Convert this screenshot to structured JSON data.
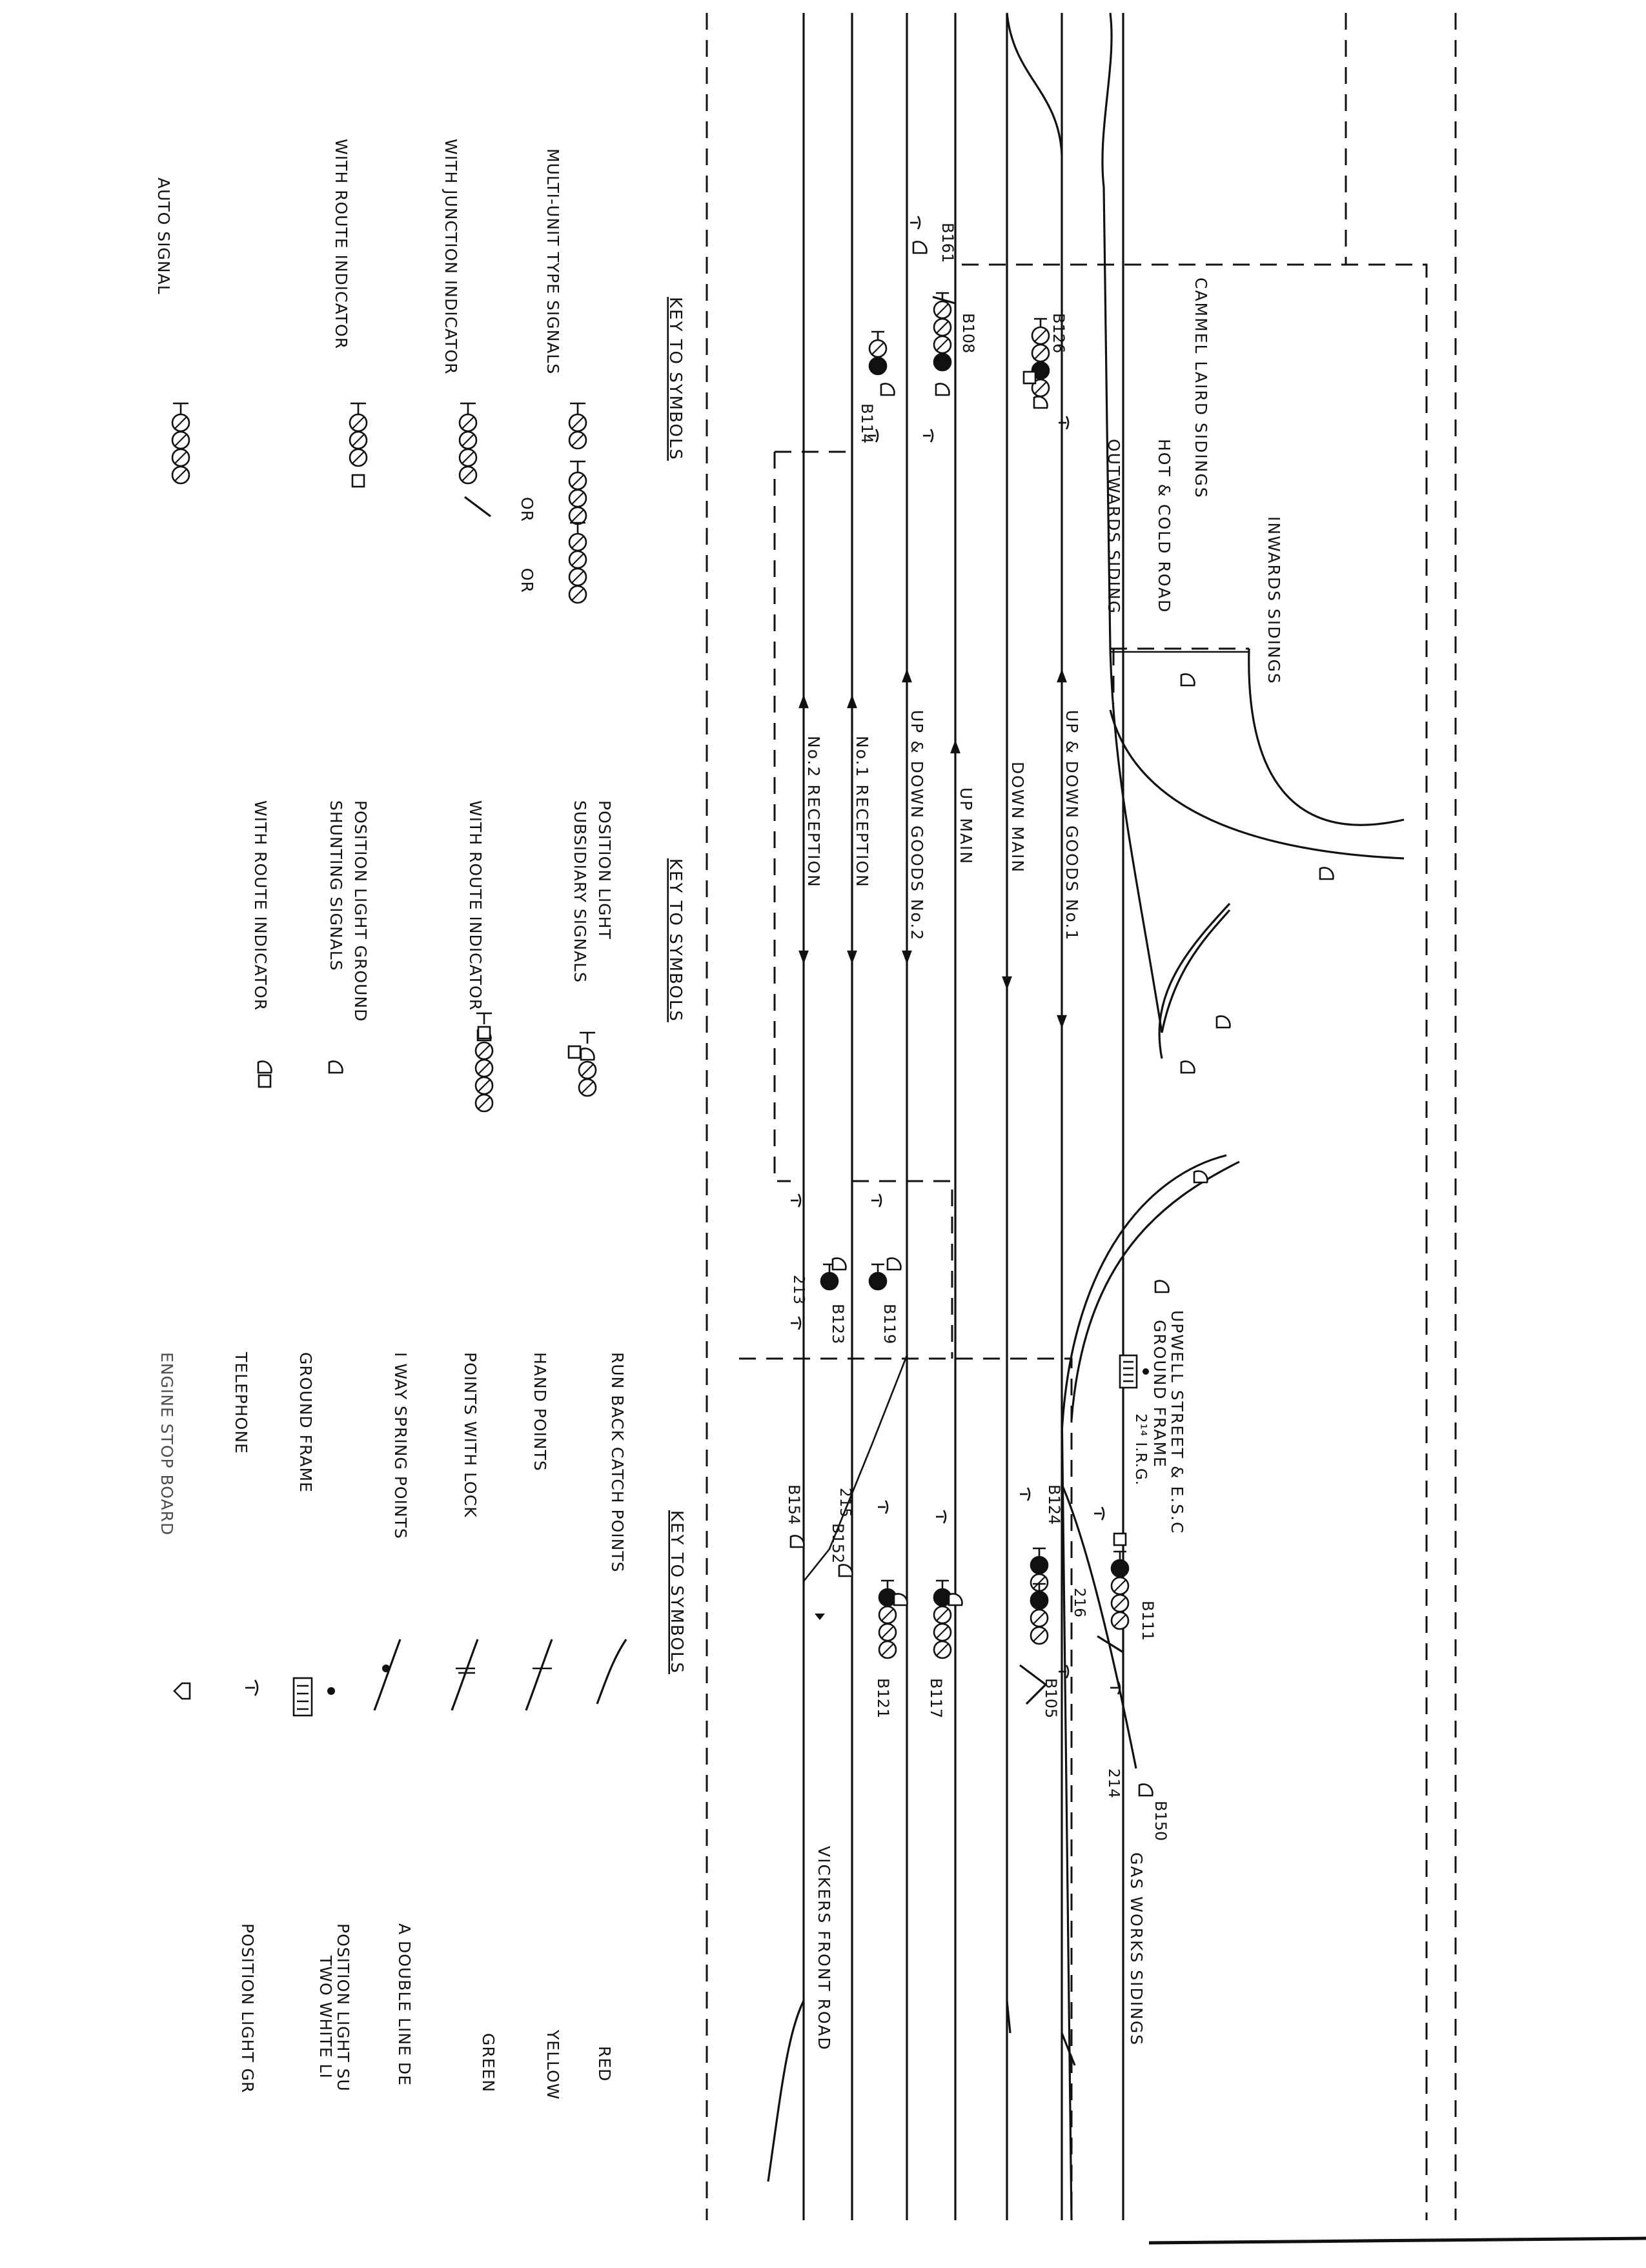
{
  "tracks": {
    "up_down_goods_1": "UP & DOWN GOODS No.1",
    "down_main": "DOWN MAIN",
    "up_main": "UP MAIN",
    "up_down_goods_2": "UP & DOWN GOODS No.2",
    "no1_reception": "No.1 RECEPTION",
    "no2_reception": "No.2 RECEPTION"
  },
  "locations": {
    "cammel_laird": "CAMMEL LAIRD SIDINGS",
    "hot_cold_road": "HOT & COLD ROAD",
    "outwards_siding": "OUTWARDS SIDING",
    "inwards_sidings": "INWARDS SIDINGS",
    "upwell_street_1": "UPWELL STREET & E.S.C",
    "upwell_street_2": "GROUND FRAME",
    "gas_works": "GAS WORKS SIDINGS",
    "vickers_front_road": "VICKERS FRONT ROAD",
    "ground_frame_tag": "2¹⁴ I.R.G."
  },
  "signals": {
    "b161": "B161",
    "b108": "B108",
    "b126": "B126",
    "b114": "B114",
    "b119": "B119",
    "b123": "B123",
    "b124": "B124",
    "b111": "B111",
    "b105": "B105",
    "b117": "B117",
    "b121": "B121",
    "b152": "B152",
    "b154": "B154",
    "b150": "B150",
    "n213": "213",
    "n215": "215",
    "n214": "214",
    "n216": "216"
  },
  "key1": {
    "heading": "KEY TO SYMBOLS",
    "multi_unit": "MULTI-UNIT TYPE SIGNALS",
    "or1": "OR",
    "or2": "OR",
    "junction": "WITH JUNCTION INDICATOR",
    "route": "WITH ROUTE INDICATOR",
    "auto": "AUTO SIGNAL"
  },
  "key2": {
    "heading": "KEY TO SYMBOLS",
    "position_light_1": "POSITION LIGHT",
    "position_light_2": "SUBSIDIARY SIGNALS",
    "route": "WITH ROUTE INDICATOR",
    "ground_1": "POSITION LIGHT GROUND",
    "ground_2": "SHUNTING SIGNALS",
    "route2": "WITH ROUTE INDICATOR"
  },
  "key3": {
    "heading": "KEY TO SYMBOLS",
    "run_back": "RUN BACK CATCH POINTS",
    "hand": "HAND POINTS",
    "lock": "POINTS WITH LOCK",
    "spring": "I WAY SPRING POINTS",
    "ground_frame": "GROUND FRAME",
    "telephone": "TELEPHONE",
    "engine_stop": "ENGINE STOP BOARD"
  },
  "key4": {
    "red": "RED",
    "yellow": "YELLOW",
    "green": "GREEN",
    "double_line": "A DOUBLE LINE DE",
    "pos_sub_1": "POSITION LIGHT SU",
    "pos_sub_2": "TWO WHITE LI",
    "pos_gr": "POSITION LIGHT GR"
  }
}
